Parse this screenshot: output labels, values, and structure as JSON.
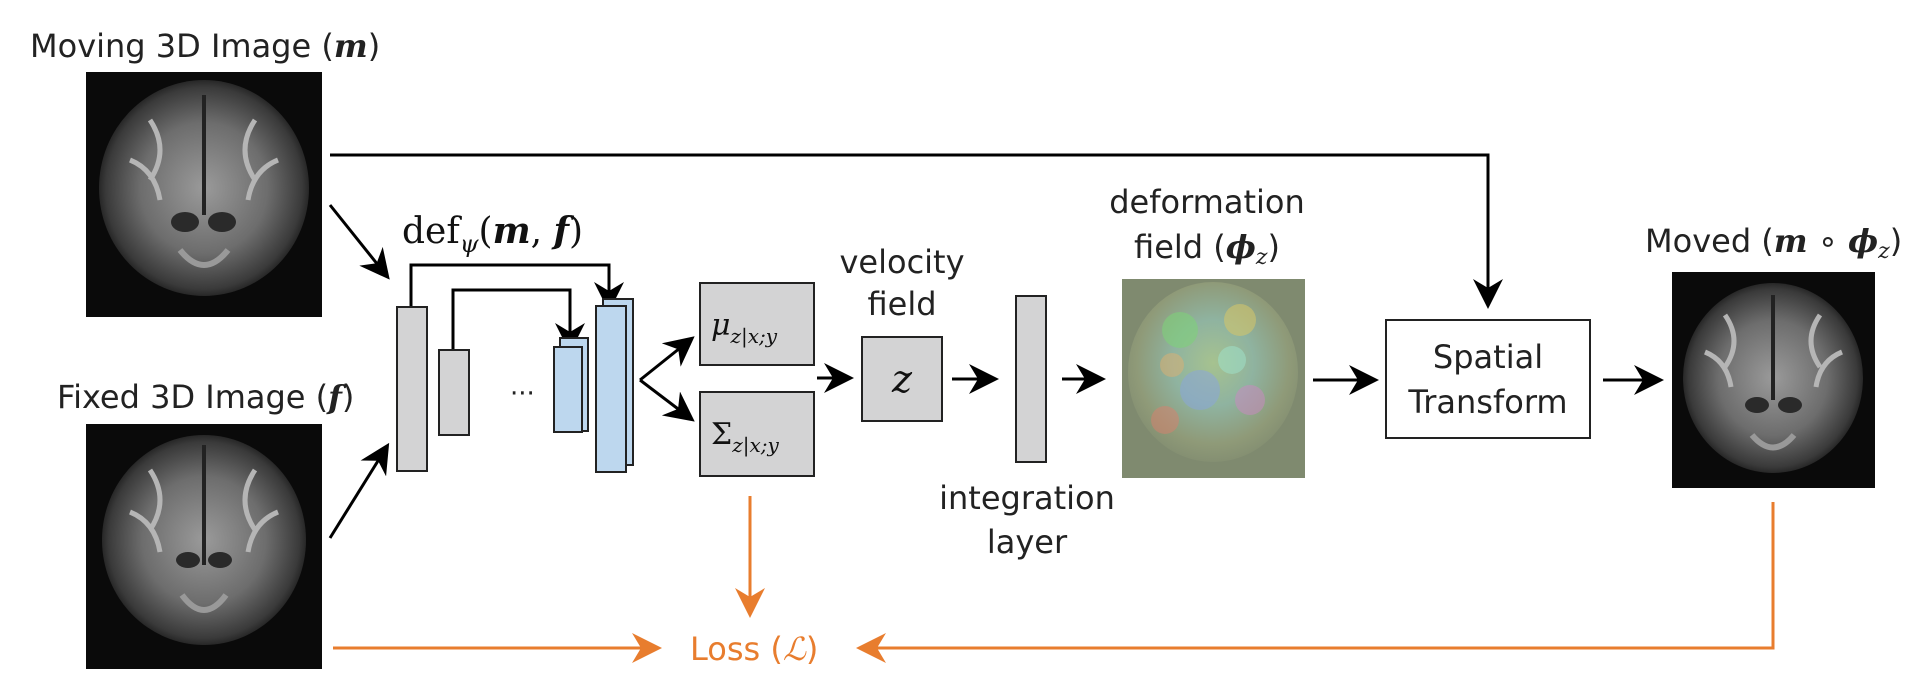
{
  "inputs": {
    "moving_label": "Moving 3D Image (",
    "moving_symbol": "m",
    "moving_label_end": ")",
    "fixed_label": "Fixed 3D Image (",
    "fixed_symbol": "f",
    "fixed_label_end": ")"
  },
  "network": {
    "def_text": "def",
    "def_sub": "ψ",
    "def_args_open": "(",
    "def_arg_m": "m",
    "def_comma": ", ",
    "def_arg_f": "f",
    "def_args_close": ")",
    "ellipsis": "···"
  },
  "latent": {
    "mu_symbol": "μ",
    "mu_sub": "z|x;y",
    "sigma_symbol": "Σ",
    "sigma_sub": "z|x;y",
    "z_symbol": "z",
    "velocity_line1": "velocity",
    "velocity_line2": "field",
    "integration_line1": "integration",
    "integration_line2": "layer"
  },
  "deformation": {
    "line1": "deformation",
    "line2_text": "field (",
    "symbol": "ϕ",
    "sub": "z",
    "line2_end": ")"
  },
  "transform": {
    "line1": "Spatial",
    "line2": "Transform"
  },
  "output": {
    "label": "Moved (",
    "symbol_m": "m",
    "compose": " ∘ ",
    "symbol_phi": "ϕ",
    "sub": "z",
    "label_end": ")"
  },
  "loss": {
    "text": "Loss (",
    "symbol": "ℒ",
    "text_end": ")"
  },
  "colors": {
    "arrow": "#000000",
    "loss_arrow": "#e87d2e",
    "gray_block": "#d3d3d4",
    "blue_block": "#bdd7ee",
    "brain_bg": "#0a0a0a",
    "deformation_bg": "#7f8a6f"
  }
}
